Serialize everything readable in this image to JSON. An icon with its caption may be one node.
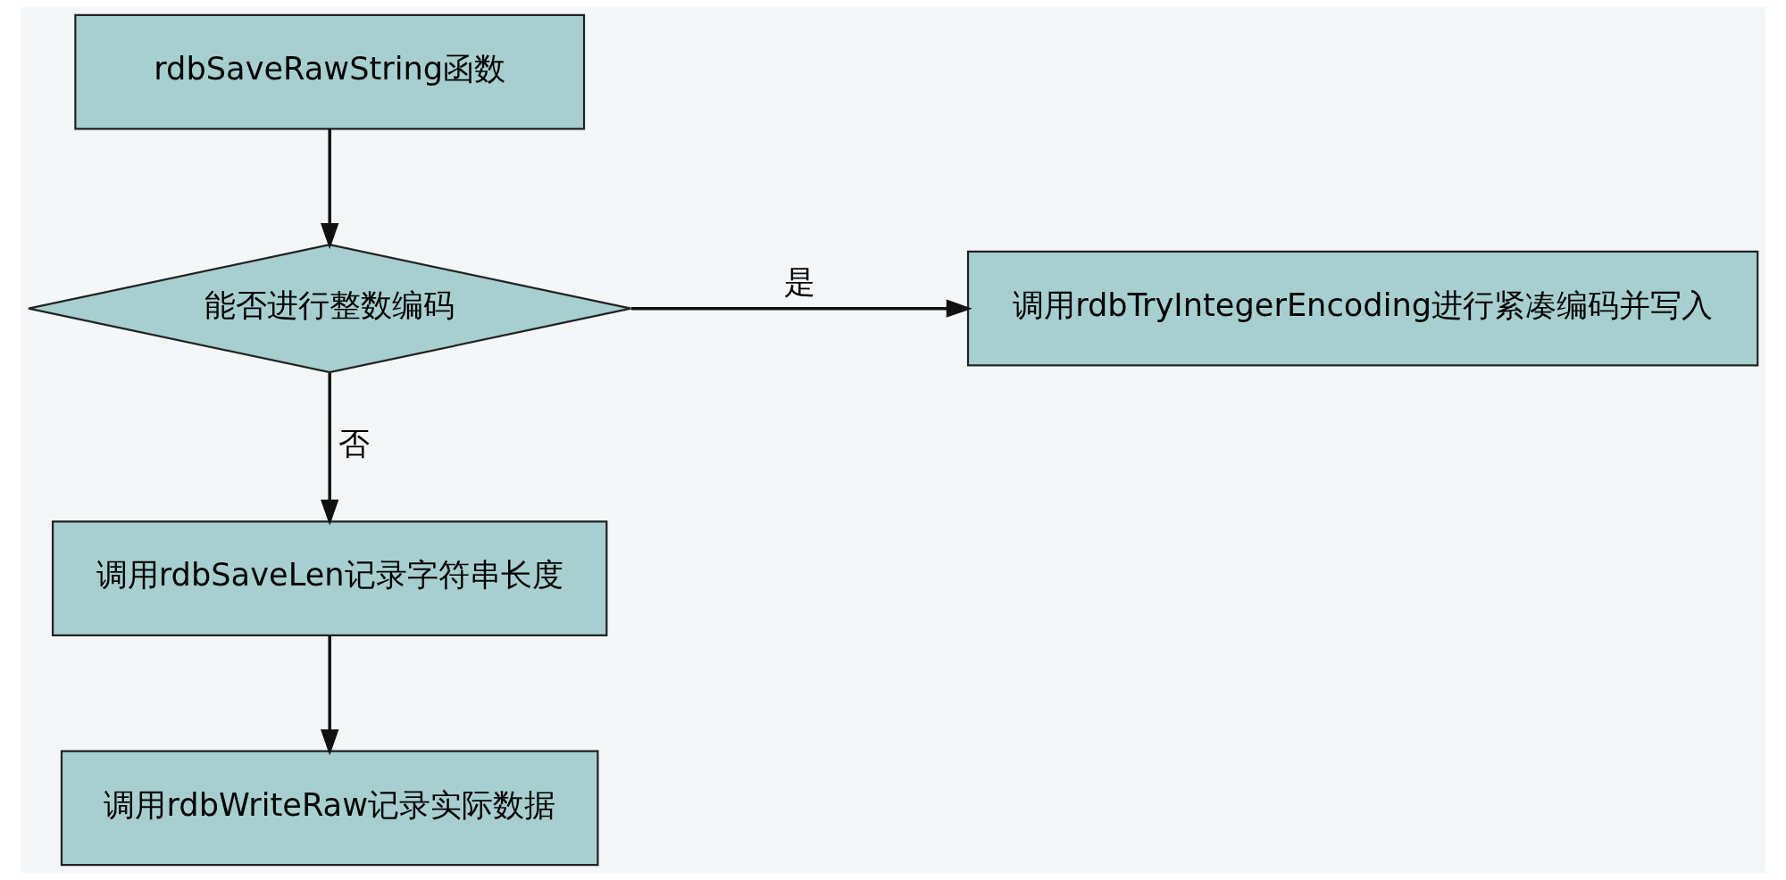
{
  "diagram": {
    "nodes": [
      {
        "text": [
          "rdbSaveRawString函数"
        ]
      },
      {
        "text": [
          "能否进行整数编码"
        ]
      },
      {
        "text": [
          "调用rdbTryIntegerEncoding进行紧凑编码并写入"
        ]
      },
      {
        "text": [
          "调用rdbSaveLen记录字符串长度"
        ]
      },
      {
        "text": [
          "调用rdbWriteRaw记录实际数据"
        ]
      }
    ],
    "edges": [
      {
        "from": 0,
        "to": 1,
        "arrow": "to"
      },
      {
        "from": 1,
        "to": 2,
        "arrow": "to",
        "label": "是"
      },
      {
        "from": 1,
        "to": 3,
        "arrow": "to",
        "label": "否"
      },
      {
        "from": 3,
        "to": 4,
        "arrow": "to"
      }
    ]
  }
}
